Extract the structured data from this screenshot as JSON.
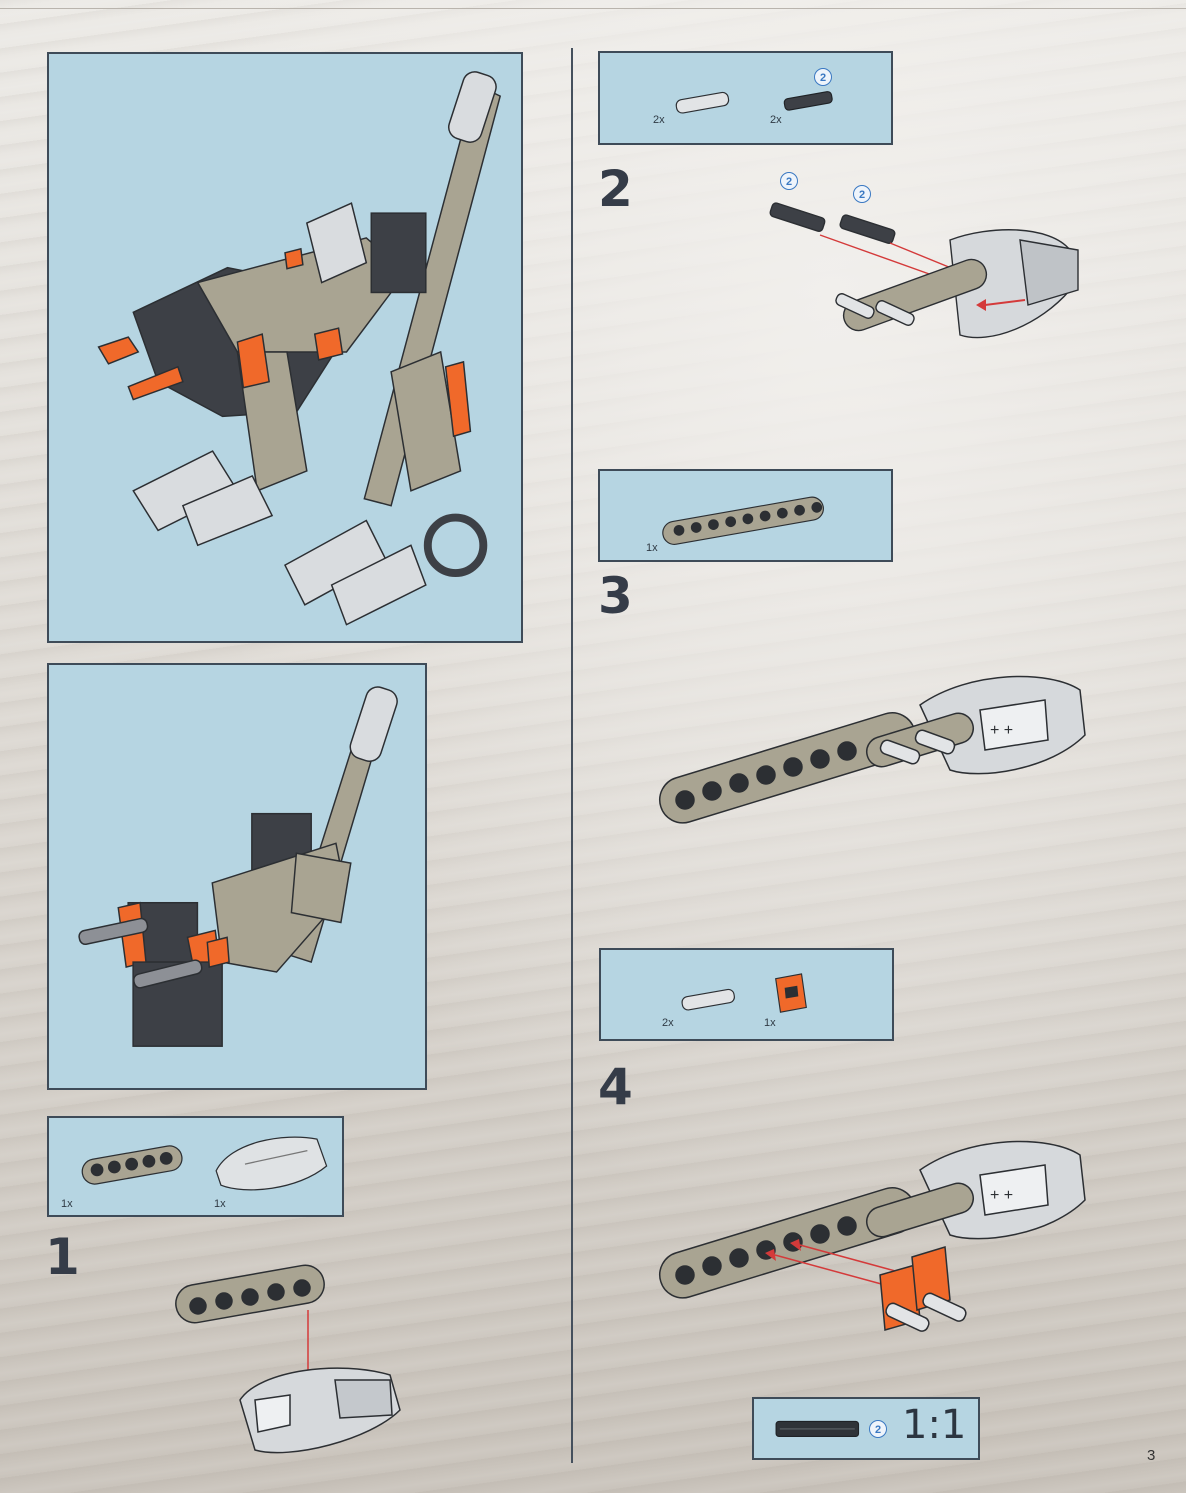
{
  "steps": [
    {
      "number": "1",
      "parts": [
        {
          "qty": "1x",
          "part": "beam-5-icon"
        },
        {
          "qty": "1x",
          "part": "silver-armor-shell-icon"
        }
      ]
    },
    {
      "number": "2",
      "parts": [
        {
          "qty": "2x",
          "part": "axle-pin-icon"
        },
        {
          "qty": "2x",
          "part": "dark-axle-icon",
          "length": "2"
        }
      ]
    },
    {
      "number": "3",
      "parts": [
        {
          "qty": "1x",
          "part": "beam-9-icon"
        }
      ]
    },
    {
      "number": "4",
      "parts": [
        {
          "qty": "2x",
          "part": "axle-pin-icon"
        },
        {
          "qty": "1x",
          "part": "orange-connector-icon"
        }
      ]
    }
  ],
  "axle_length_badge": "2",
  "scale_reference": {
    "length_badge": "2",
    "ratio": "1:1"
  },
  "page_number": "3",
  "colors": {
    "panel_blue": "#b6d5e2",
    "border": "#3e4b58",
    "tan": "#a9a492",
    "orange": "#f0692a",
    "dark_gray": "#3d4046"
  }
}
